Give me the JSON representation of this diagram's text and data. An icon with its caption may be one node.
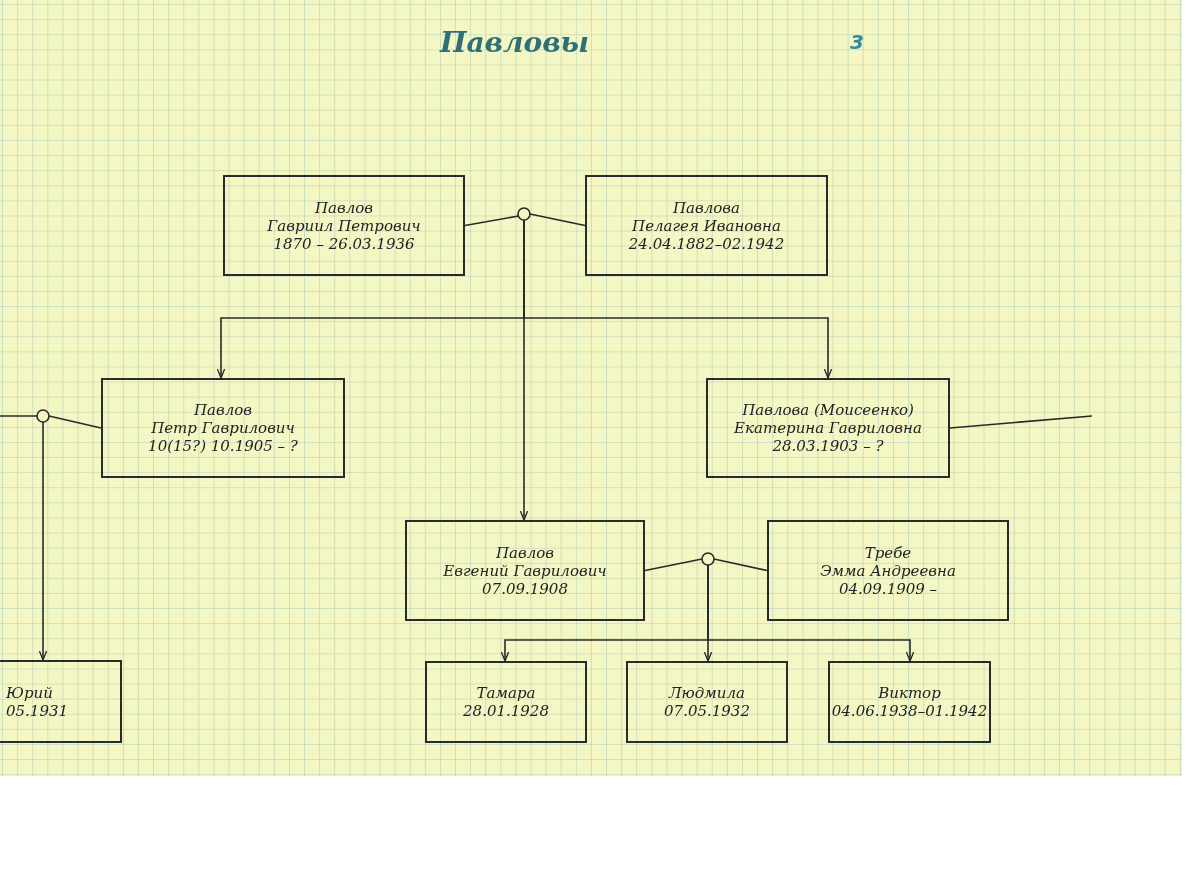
{
  "diagram": {
    "title": "Павловы",
    "nodes": [
      {
        "text": [
          "Павлов",
          "Гавриил Петрович",
          "1870 – 26.03.1936"
        ]
      },
      {
        "text": [
          "Павлова",
          "Пелагея Ивановна",
          "24.04.1882–02.1942"
        ]
      },
      {
        "text": [],
        "shape": "circle"
      },
      {
        "text": [
          "Павлов",
          "Петр Гаврилович",
          "10(15?) 10.1905 – ?"
        ]
      },
      {
        "text": [
          "Павлова (Моисеенко)",
          "Екатерина Гавриловна",
          "28.03.1903 – ?"
        ]
      },
      {
        "text": [],
        "shape": "circle"
      },
      {
        "text": [
          "Павлов",
          "Евгений Гаврилович",
          "07.09.1908"
        ]
      },
      {
        "text": [
          "Требе",
          "Эмма Андреевна",
          "04.09.1909 –"
        ]
      },
      {
        "text": [],
        "shape": "circle"
      },
      {
        "text": [
          "Юрий",
          "05.1931"
        ]
      },
      {
        "text": [
          "Тамара",
          "28.01.1928"
        ]
      },
      {
        "text": [
          "Людмила",
          "07.05.1932"
        ]
      },
      {
        "text": [
          "Виктор",
          "04.06.1938–01.1942"
        ]
      }
    ],
    "edges": [
      {
        "from": 0,
        "to": 2,
        "arrow": "none"
      },
      {
        "from": 1,
        "to": 2,
        "arrow": "none"
      },
      {
        "from": 2,
        "to": 3,
        "arrow": "to"
      },
      {
        "from": 2,
        "to": 4,
        "arrow": "to"
      },
      {
        "from": 2,
        "to": 6,
        "arrow": "to"
      },
      {
        "from": null,
        "to": 5,
        "arrow": "none"
      },
      {
        "from": 5,
        "to": 3,
        "arrow": "none"
      },
      {
        "from": 5,
        "to": 9,
        "arrow": "to"
      },
      {
        "from": 4,
        "to": null,
        "arrow": "none"
      },
      {
        "from": 6,
        "to": 8,
        "arrow": "none"
      },
      {
        "from": 7,
        "to": 8,
        "arrow": "none"
      },
      {
        "from": 8,
        "to": 10,
        "arrow": "to"
      },
      {
        "from": 8,
        "to": 11,
        "arrow": "to"
      },
      {
        "from": 8,
        "to": 12,
        "arrow": "to"
      }
    ],
    "labels": [
      "3"
    ]
  }
}
